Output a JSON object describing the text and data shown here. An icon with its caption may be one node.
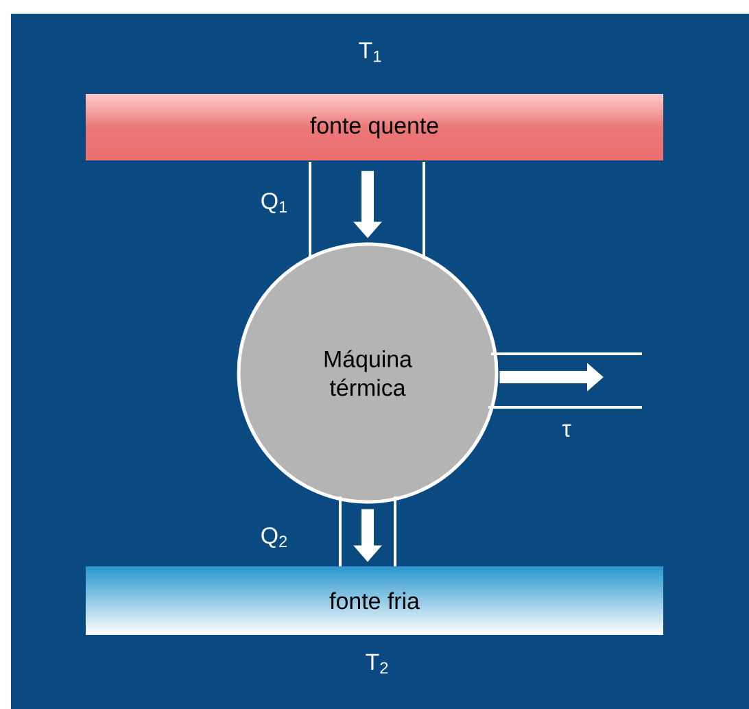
{
  "diagram": {
    "nodes": [
      {
        "text": [
          "fonte quente"
        ],
        "beside": [
          "T$_{1}$"
        ]
      },
      {
        "text": [
          "Máquina térmica"
        ]
      },
      {
        "text": [
          "fonte fria"
        ],
        "beside": [
          "T$_{2}$"
        ]
      }
    ],
    "edges": [
      {
        "from": 0,
        "to": 1,
        "arrow": "to",
        "label": "Q$_{1}$"
      },
      {
        "from": 1,
        "to": 2,
        "arrow": "to",
        "label": "Q$_{2}$"
      },
      {
        "from": 1,
        "to": null,
        "arrow": "to",
        "label": "τ"
      }
    ]
  }
}
